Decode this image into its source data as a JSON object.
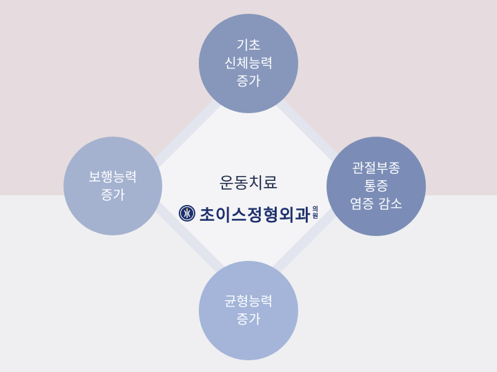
{
  "center": {
    "title": "운동치료"
  },
  "logo": {
    "name": "초이스정형외과",
    "suffix_1": "의",
    "suffix_2": "원"
  },
  "nodes": {
    "top": {
      "line1": "기초",
      "line2": "신체능력",
      "line3": "증가"
    },
    "right": {
      "line1": "관절부종",
      "line2": "통증",
      "line3": "염증 감소"
    },
    "left": {
      "line1": "보행능력",
      "line2": "증가"
    },
    "bottom": {
      "line1": "균형능력",
      "line2": "증가"
    }
  },
  "colors": {
    "background_top": "#e6dbde",
    "background_bottom": "#efeff1",
    "diamond_fill": "#f4f4f6",
    "diamond_border": "#e2e4ee",
    "node_top": "#8797bb",
    "node_right": "#7b8db6",
    "node_left": "#a4b2d0",
    "node_bottom": "#a4b5d9",
    "title_text": "#1f2a4a",
    "logo_navy": "#1c2f6b"
  }
}
